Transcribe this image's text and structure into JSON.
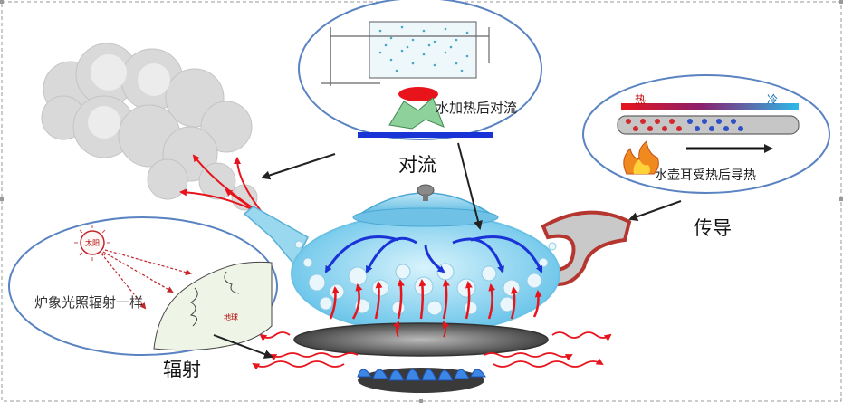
{
  "labels": {
    "convection": "对流",
    "conduction": "传导",
    "radiation": "辐射"
  },
  "captions": {
    "convection": "水加热后对流",
    "conduction": "水壶耳受热后导热",
    "radiation": "炉象光照辐射一样"
  },
  "tags": {
    "hot": "热",
    "cold": "冷",
    "sun": "太阳",
    "earth": "地球"
  },
  "colors": {
    "hot_arrow": "#e8141c",
    "cold_arrow": "#1a33d6",
    "water": "#8fd6f2",
    "kettle_lid": "#7fc8e6",
    "steam": "#d6d6d6",
    "flame": "#2e6fd8",
    "handle": "#b5352f"
  }
}
